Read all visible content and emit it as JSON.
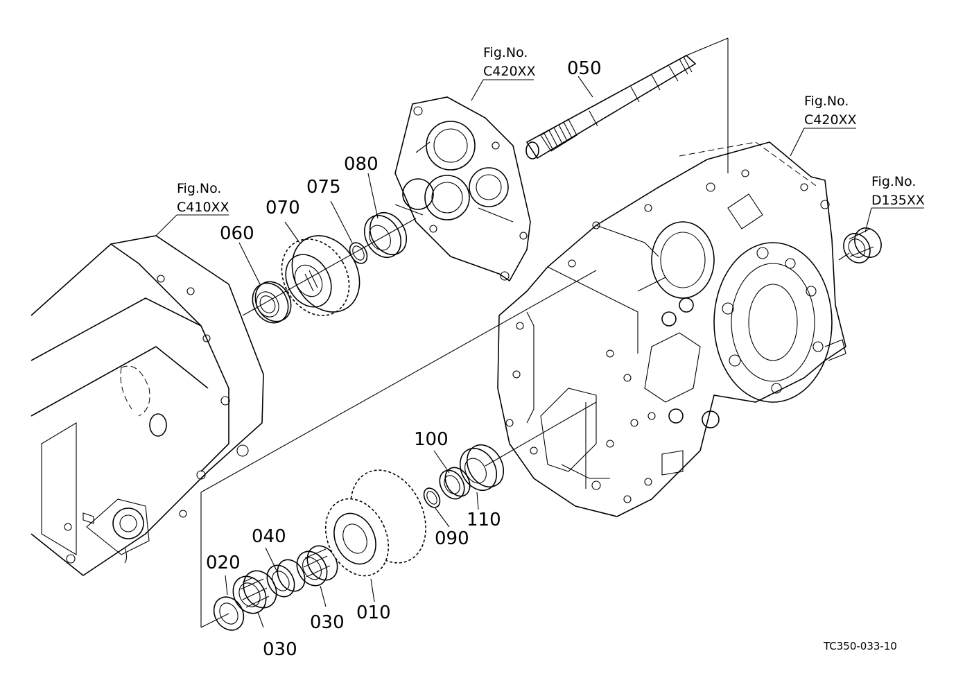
{
  "diagram": {
    "callouts": {
      "p010": "010",
      "p020": "020",
      "p030a": "030",
      "p030b": "030",
      "p040": "040",
      "p050": "050",
      "p060": "060",
      "p070": "070",
      "p075": "075",
      "p080": "080",
      "p090": "090",
      "p100": "100",
      "p110": "110"
    },
    "figure_refs": [
      {
        "label": "Fig.No.",
        "code": "C410XX"
      },
      {
        "label": "Fig.No.",
        "code": "C420XX"
      },
      {
        "label": "Fig.No.",
        "code": "C420XX"
      },
      {
        "label": "Fig.No.",
        "code": "D135XX"
      }
    ],
    "drawing_code": "TC350-033-10"
  }
}
